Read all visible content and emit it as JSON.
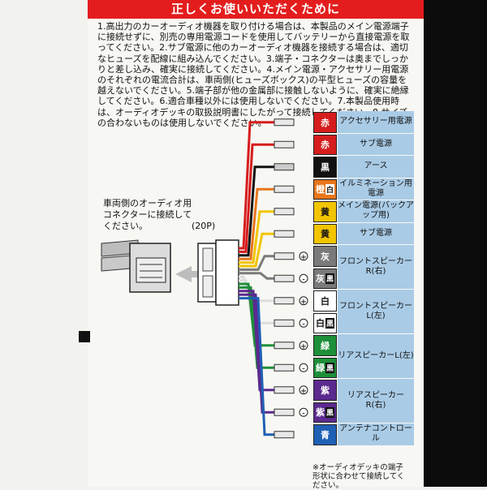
{
  "header": {
    "title": "正しくお使いいただくために"
  },
  "notes": {
    "text": "1.高出力のカーオーディオ機器を取り付ける場合は、本製品のメイン電源端子に接続せずに、別売の専用電源コードを使用してバッテリーから直接電源を取ってください。2.サブ電源に他のカーオーディオ機器を接続する場合は、適切なヒューズを配線に組み込んでください。3.端子・コネクターは奥までしっかりと差し込み、確実に接続してください。4.メイン電源・アクセサリー用電源のそれぞれの電流合計は、車両側(ヒューズボックス)の平型ヒューズの容量を越えないでください。5.端子部が他の金属部に接触しないように、確実に絶縁してください。6.適合車種以外には使用しないでください。7.本製品使用時は、オーディオデッキの取扱説明書にしたがって接続してください。8.サイズの合わないものは使用しないでください。"
  },
  "caption": {
    "text": "車両側のオーディオ用コネクターに接続してください。"
  },
  "connector": {
    "pin_count": "(20P)"
  },
  "wires": [
    {
      "color_label": "赤",
      "function": "アクセサリー用電源",
      "chip_bg": "#d61d1d",
      "chip_fg": "#ffffff",
      "wire": "#d61d1d"
    },
    {
      "color_label": "赤",
      "function": "サブ電源",
      "chip_bg": "#d61d1d",
      "chip_fg": "#ffffff",
      "wire": "#d61d1d"
    },
    {
      "color_label": "黒",
      "function": "アース",
      "chip_bg": "#111111",
      "chip_fg": "#ffffff",
      "wire": "#111111"
    },
    {
      "color_label": "橙",
      "color_label2": "白",
      "function": "イルミネーション用電源",
      "chip_bg": "#e8761c",
      "chip_fg": "#ffffff",
      "wire": "#e8761c"
    },
    {
      "color_label": "黄",
      "function": "メイン電源(バックアップ用)",
      "chip_bg": "#f2c500",
      "chip_fg": "#111111",
      "wire": "#f2c500"
    },
    {
      "color_label": "黄",
      "function": "サブ電源",
      "chip_bg": "#f2c500",
      "chip_fg": "#111111",
      "wire": "#f2c500"
    },
    {
      "color_label": "灰",
      "function": "フロントスピーカーR(右)",
      "chip_bg": "#7a7a7a",
      "chip_fg": "#ffffff",
      "wire": "#7a7a7a",
      "polarity": "+"
    },
    {
      "color_label": "灰",
      "color_label2": "黒",
      "function": "",
      "chip_bg": "#7a7a7a",
      "chip_fg": "#ffffff",
      "wire": "#7a7a7a",
      "polarity": "-"
    },
    {
      "color_label": "白",
      "function": "フロントスピーカーL(左)",
      "chip_bg": "#ffffff",
      "chip_fg": "#111111",
      "wire": "#dddddd",
      "polarity": "+"
    },
    {
      "color_label": "白",
      "color_label2": "黒",
      "function": "",
      "chip_bg": "#ffffff",
      "chip_fg": "#111111",
      "wire": "#dddddd",
      "polarity": "-"
    },
    {
      "color_label": "緑",
      "function": "リアスピーカーL(左)",
      "chip_bg": "#1e8f3a",
      "chip_fg": "#ffffff",
      "wire": "#1e8f3a",
      "polarity": "+"
    },
    {
      "color_label": "緑",
      "color_label2": "黒",
      "function": "",
      "chip_bg": "#1e8f3a",
      "chip_fg": "#ffffff",
      "wire": "#1e8f3a",
      "polarity": "-"
    },
    {
      "color_label": "紫",
      "function": "リアスピーカーR(右)",
      "chip_bg": "#5b2a8e",
      "chip_fg": "#ffffff",
      "wire": "#5b2a8e",
      "polarity": "+"
    },
    {
      "color_label": "紫",
      "color_label2": "黒",
      "function": "",
      "chip_bg": "#5b2a8e",
      "chip_fg": "#ffffff",
      "wire": "#5b2a8e",
      "polarity": "-"
    },
    {
      "color_label": "青",
      "function": "アンテナコントロール",
      "chip_bg": "#1f5fb4",
      "chip_fg": "#ffffff",
      "wire": "#1f5fb4"
    }
  ],
  "footnote": {
    "text": "※オーディオデッキの端子形状に合わせて接続してください。"
  }
}
